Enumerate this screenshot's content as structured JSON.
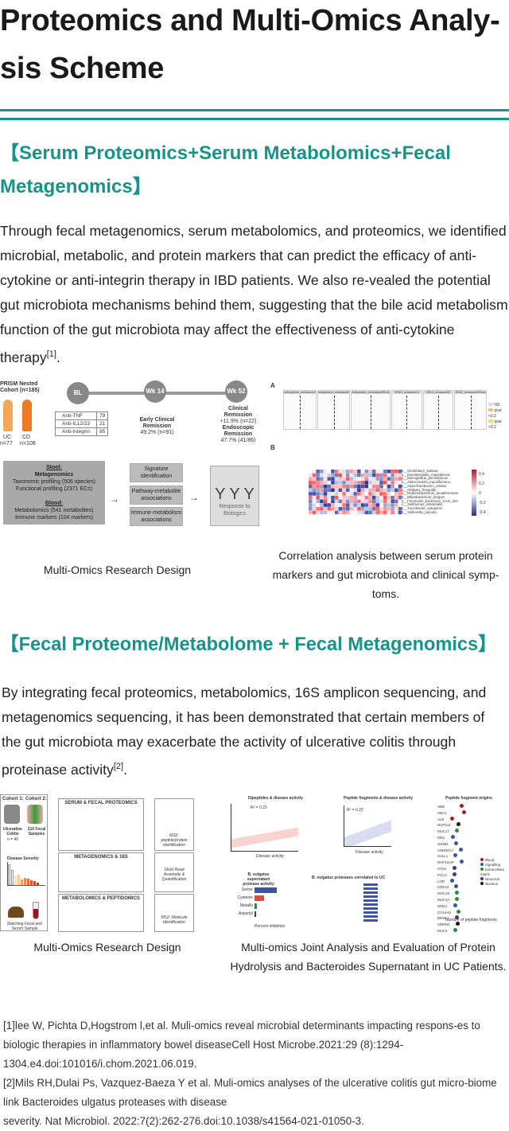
{
  "title": "Proteomics and Multi-Omics Analy-sis Scheme",
  "section1": {
    "heading": "【Serum Proteomics+Serum Metabolomics+Fecal Metagenomics】",
    "paragraph": "Through fecal metagenomics, serum metabolomics, and proteomics, we identified microbial, metabolic, and protein markers that can predict the efficacy of anti-cytokine or anti-integrin therapy in IBD patients. We also re-vealed the potential gut microbiota mechanisms behind them, suggesting that the bile acid metabolism function of the gut microbiota may affect the effectiveness of anti-cytokine therapy",
    "citation": "[1]",
    "period": ".",
    "figure_left": {
      "caption": "Multi-Omics Research Design",
      "cohort": "PRISM Nested Cohort (n=185)",
      "uc": "UC",
      "uc_n": "n=77",
      "cd": "CD",
      "cd_n": "n=108",
      "timeline": [
        "BL",
        "Wk 14",
        "Wk 52"
      ],
      "therapies": [
        {
          "name": "Anti-TNF",
          "n": "79"
        },
        {
          "name": "Anti-IL12/23",
          "n": "21"
        },
        {
          "name": "Anti-Integrin",
          "n": "85"
        }
      ],
      "early_title": "Early Clinical Remission",
      "early_value": "49.2% (n=91)",
      "clinical_title": "Clinical Remission",
      "clinical_value": "+11.9% (n=22)",
      "endo_title": "Endoscopic Remission",
      "endo_value": "47.7% (41/86)",
      "stool_head": "Stool:",
      "stool_sub": "Metagenomics",
      "stool_l1": "Taxonomic profiling (506 species)",
      "stool_l2": "Functional profiling (2371 ECs)",
      "blood_head": "Blood:",
      "blood_l1": "Metabolomics (541 metabolites)",
      "blood_l2": "Immune markers (104 markers)",
      "steps": [
        "Signature Identification",
        "Pathway-metabolite associations",
        "Immune-metabolism associations"
      ],
      "response": "Response to Biologics"
    },
    "figure_right": {
      "caption": "Correlation analysis between serum protein markers and gut microbiota and clinical symp-toms.",
      "panel_a": "A",
      "panel_b": "B",
      "facets": [
        "Anticytokine_remission14",
        "Anticytokine_remission52",
        "Anticytokine_remission52Endo",
        "VEDO_remission14",
        "VEDO_remission52",
        "VEDO_remission52Endo"
      ],
      "legend": [
        "NS",
        "qval <0.2",
        "qval <0.2"
      ],
      "species": [
        "s__Clostridium_bolteae",
        "s__Eisenbergiella_massiliensis",
        "s__Monoglobus_pectinilyticus",
        "s__Adlercreutzia_equolifaciens",
        "s__Asaccharobacter_celatus",
        "s__Alistipes_finegoldii",
        "s__Ruthenibacterium_lactatiformans",
        "s__Bifidobacterium_longum",
        "s__Firmicutes_bacterium_CAG_424",
        "s__Sellimonas_intestinalis",
        "s__Turicibacter_sanguinis",
        "s__Veillonella_parvula"
      ],
      "scale": [
        "0.4",
        "0.2",
        "0",
        "-0.2",
        "-0.4"
      ]
    }
  },
  "section2": {
    "heading": "【Fecal Proteome/Metabolome + Fecal Metagenomics】",
    "paragraph": "By integrating fecal proteomics, metabolomics, 16S amplicon sequencing, and metagenomics sequencing, it has been demonstrated that certain members of the gut microbiota may exacerbate the activity of ulcerative colitis through proteinase activity",
    "citation": "[2]",
    "period": ".",
    "figure_left": {
      "caption": "Multi-Omics Research Design",
      "cohort1": "Cohort 1:",
      "cohort2": "Cohort 2:",
      "uc": "Ulcerative Colitis",
      "uc_n": "n = 40",
      "samples": "210 Fecal Samples",
      "severity": "Disease Severity",
      "matching": "Matching Fecal and Serum Sample",
      "panels": [
        "SERUM & FECAL PROTEOMICS",
        "METAGENOMICS & 16S",
        "METABOLOMICS & PEPTIDOMICS"
      ],
      "outputs": [
        "MS2: peptide/protein identification",
        "Short Read Assembly & Quantification",
        "MS2: Molecule Identification"
      ]
    },
    "figure_right": {
      "caption": "Multi-omics Joint Analysis and Evaluation of Protein Hydrolysis and Bacteroides Supernatant in UC Patients.",
      "a_title": "Dipeptides & disease activity",
      "b_title": "Peptide fragments & disease activity",
      "c_title": "Peptide fragment origins",
      "d_title": "B. vulgatus supernatant protease activity",
      "e_title": "B. vulgatus proteases correlated to UC",
      "r2": "R² = 0.23",
      "proteins": [
        "HBB",
        "HBA1",
        "ALB",
        "NUP214",
        "MUC17",
        "MN1",
        "SH2B1",
        "ANKRD17",
        "SALL1",
        "RAP1GAP",
        "SYN1",
        "PCLO",
        "LOR",
        "CDK13",
        "MUC19",
        "MUC3A",
        "WNK1",
        "COL4A6",
        "BRSK1",
        "SRRM2",
        "MUC4"
      ],
      "origins": [
        "Blood",
        "Signalling",
        "Extracellular matrix",
        "Neuronal",
        "Nucleus"
      ],
      "inhibitors": [
        "Serine",
        "Cysteine",
        "Metallo",
        "Aspartyl"
      ],
      "xlabel_a": "Disease activity",
      "xlabel_d": "Percent inhibition",
      "xlabel_c": "Number of peptide fragments"
    }
  },
  "references": [
    "[1]lee W, Pichta D,Hogstrom l,et al. Muli-omics reveal microbial determinants impacting respons-es to biologic therapies in inflammatory bowel diseaseCell Host Microbe.2021:29 (8):1294-1304.e4.doi:101016/i.chom.2021.06.019.",
    "[2]Mils RH,Dulai Ps, Vazquez-Baeza Y et al. Muli-omics analyses of the ulcerative colitis gut micro-biome link Bacteroides ulgatus proteases with disease",
    "severity. Nat Microbiol. 2022:7(2):262-276.doi:10.1038/s41564-021-01050-3."
  ],
  "colors": {
    "accent": "#16938a"
  }
}
